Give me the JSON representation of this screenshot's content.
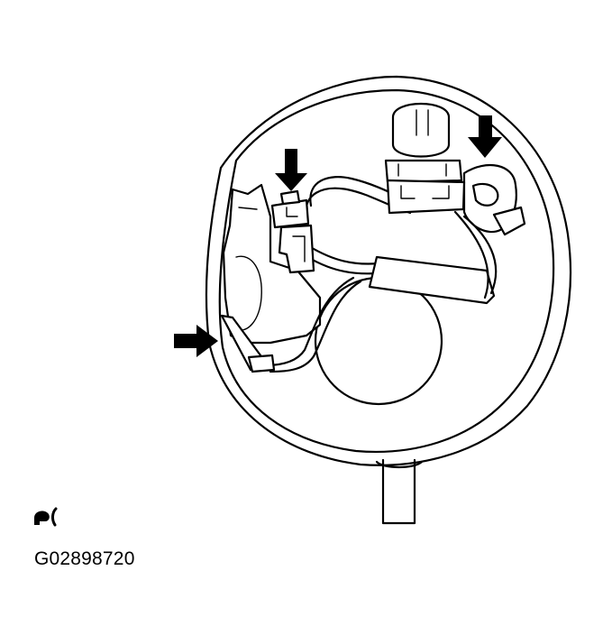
{
  "figure": {
    "code": "G02898720",
    "symbol_icon": "wrench-symbol-icon"
  },
  "callouts": [
    {
      "name": "arrow-top-center",
      "direction": "down"
    },
    {
      "name": "arrow-top-right",
      "direction": "down"
    },
    {
      "name": "arrow-left",
      "direction": "right"
    }
  ]
}
